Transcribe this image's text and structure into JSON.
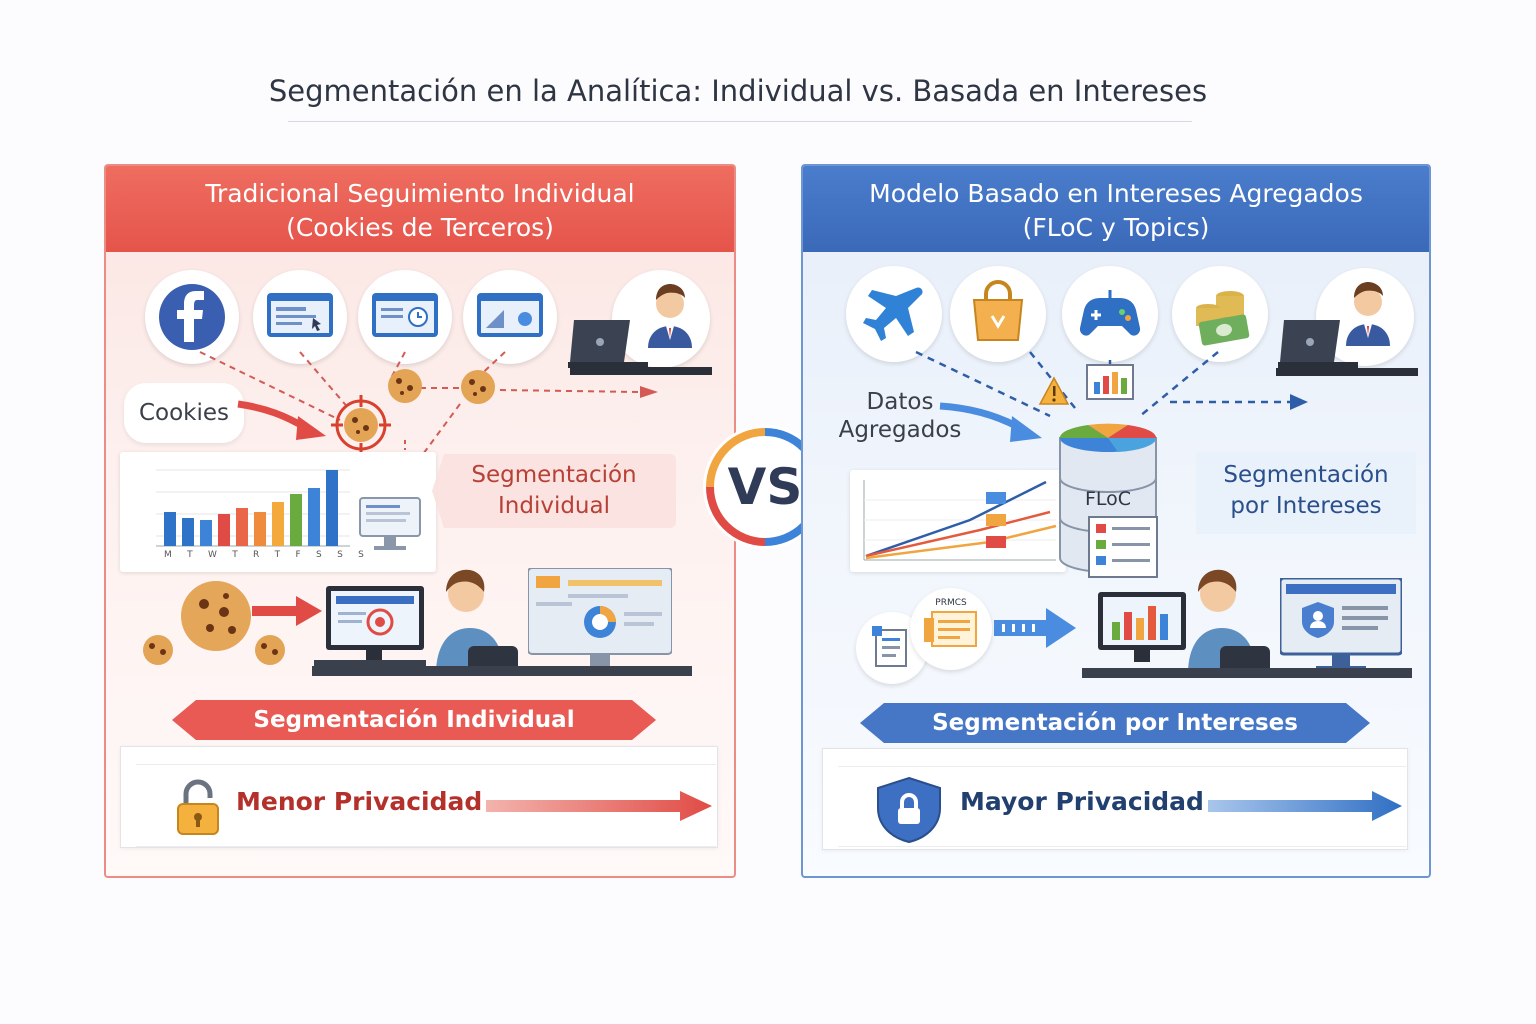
{
  "title": "Segmentación en la Analítica: Individual vs. Basada en Intereses",
  "left": {
    "heading_line1": "Tradicional Seguimiento Individual",
    "heading_line2": "(Cookies de Terceros)",
    "cookies_label": "Cookies",
    "segment_label_line1": "Segmentación",
    "segment_label_line2": "Individual",
    "chart_ticks": [
      "M",
      "T",
      "W",
      "T",
      "R",
      "T",
      "F",
      "S",
      "S",
      "S"
    ],
    "ribbon": "Segmentación Individual",
    "privacy": "Menor Privacidad",
    "accent": "#e85a53"
  },
  "vs": "VS",
  "right": {
    "heading_line1": "Modelo Basado en Intereses Agregados",
    "heading_line2": "(FLoC y Topics)",
    "data_label_line1": "Datos",
    "data_label_line2": "Agregados",
    "db_label": "FLoC",
    "small_label": "PRMCS",
    "segment_label_line1": "Segmentación",
    "segment_label_line2": "por Intereses",
    "ribbon": "Segmentación por Intereses",
    "privacy": "Mayor Privacidad",
    "accent": "#4677c6"
  }
}
